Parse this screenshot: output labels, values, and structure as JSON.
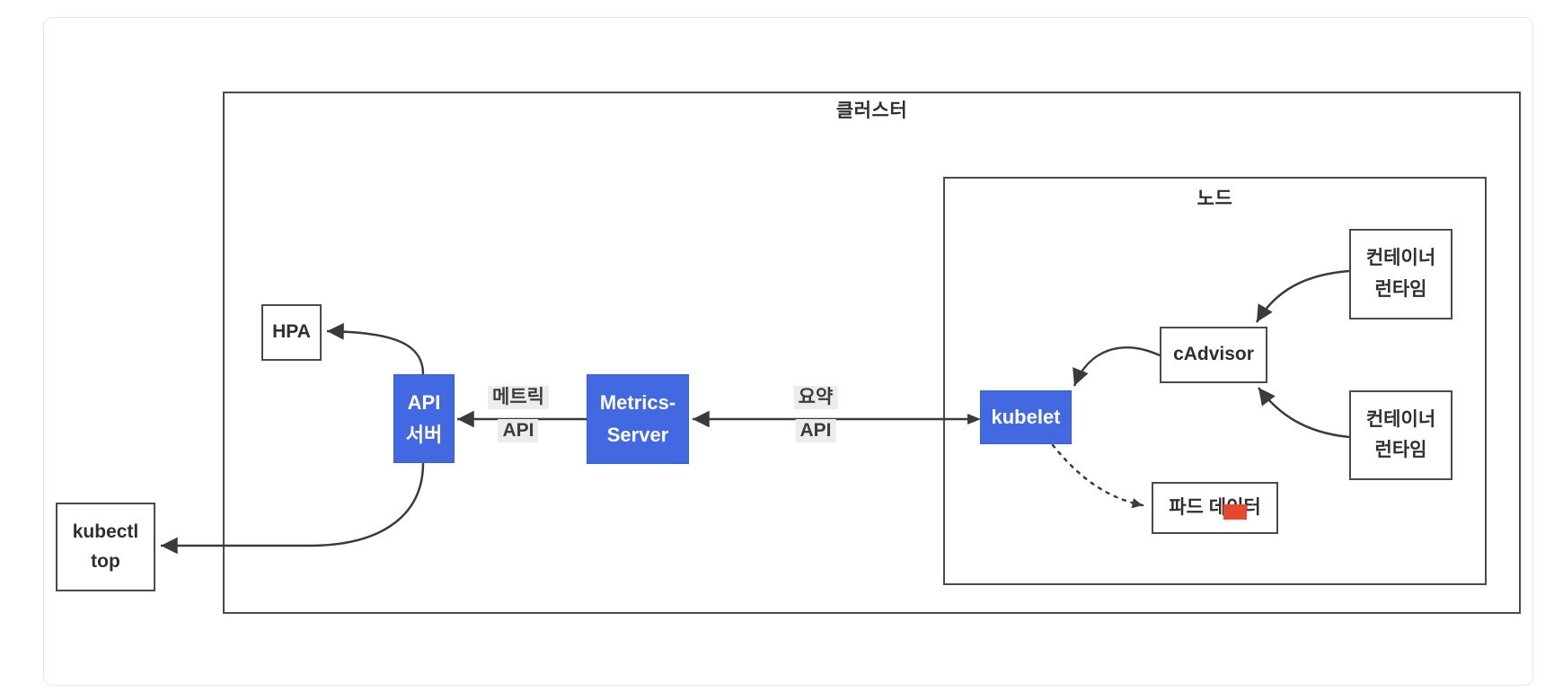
{
  "diagram": {
    "cluster": {
      "label": "클러스터"
    },
    "node": {
      "label": "노드"
    },
    "boxes": {
      "hpa": {
        "label": "HPA"
      },
      "kubectl_top": {
        "line1": "kubectl",
        "line2": "top"
      },
      "api_server": {
        "line1": "API",
        "line2": "서버"
      },
      "metrics_server": {
        "line1": "Metrics-",
        "line2": "Server"
      },
      "kubelet": {
        "label": "kubelet"
      },
      "cadvisor": {
        "label": "cAdvisor"
      },
      "container_runtime_top": {
        "line1": "컨테이너",
        "line2": "런타임"
      },
      "container_runtime_bottom": {
        "line1": "컨테이너",
        "line2": "런타임"
      },
      "pod_data": {
        "label": "파드 데이터"
      }
    },
    "edge_labels": {
      "metrics_api": {
        "line1": "메트릭",
        "line2": "API"
      },
      "summary_api": {
        "line1": "요약",
        "line2": "API"
      }
    },
    "edges": [
      {
        "from": "kubelet",
        "to": "metrics_server",
        "label": "요약 API",
        "style": "solid"
      },
      {
        "from": "metrics_server",
        "to": "api_server",
        "label": "메트릭 API",
        "style": "solid"
      },
      {
        "from": "api_server",
        "to": "hpa",
        "label": "",
        "style": "solid"
      },
      {
        "from": "api_server",
        "to": "kubectl_top",
        "label": "",
        "style": "solid"
      },
      {
        "from": "container_runtime_top",
        "to": "cadvisor",
        "label": "",
        "style": "solid"
      },
      {
        "from": "container_runtime_bottom",
        "to": "cadvisor",
        "label": "",
        "style": "solid"
      },
      {
        "from": "cadvisor",
        "to": "kubelet",
        "label": "",
        "style": "solid"
      },
      {
        "from": "kubelet",
        "to": "pod_data",
        "label": "",
        "style": "dashed"
      }
    ],
    "colors": {
      "accent_blue": "#4269e2",
      "box_border": "#4a4a4a",
      "arrow": "#3b3b3b",
      "edge_label_bg": "#ececec",
      "red_marker": "#e64a2e",
      "card_border": "#e6e6ec",
      "text_dark": "#2f2f2f"
    }
  }
}
